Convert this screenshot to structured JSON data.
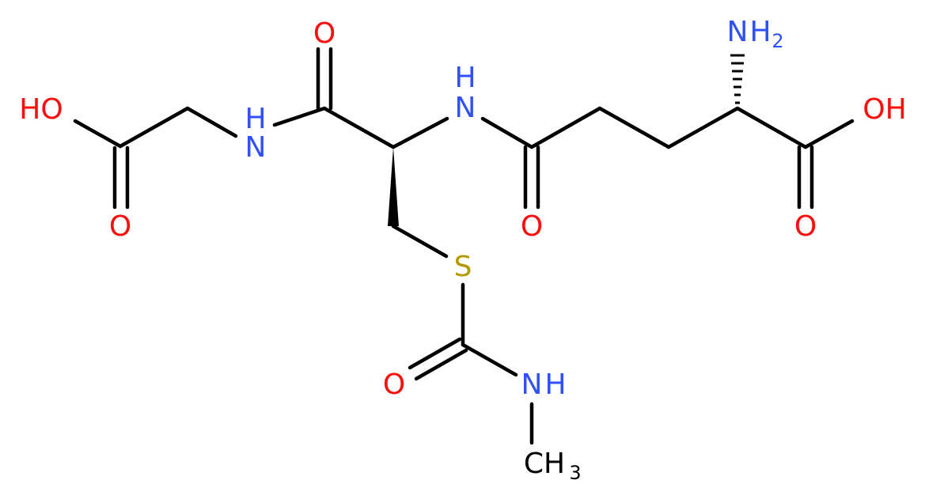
{
  "colors": {
    "bond": "#000000",
    "oxygen": "#ff0d0d",
    "nitrogen": "#3050f8",
    "sulfur": "#b39b00",
    "carbon": "#000000"
  },
  "molecule": {
    "atoms": {
      "ho_gly": "HO",
      "o_gly": "O",
      "nh_gly": "N",
      "nh_gly_h": "H",
      "o_cys_top": "O",
      "nh_cys_n": "N",
      "nh_cys_h": "H",
      "o_glu_amide": "O",
      "nh2_n": "N",
      "nh2_h": "H",
      "nh2_sub": "2",
      "oh_glu": "OH",
      "o_glu": "O",
      "s": "S",
      "o_carbamoyl": "O",
      "nh_carbamoyl_n": "N",
      "nh_carbamoyl_h": "H",
      "ch3_c": "CH",
      "ch3_sub": "3"
    }
  }
}
